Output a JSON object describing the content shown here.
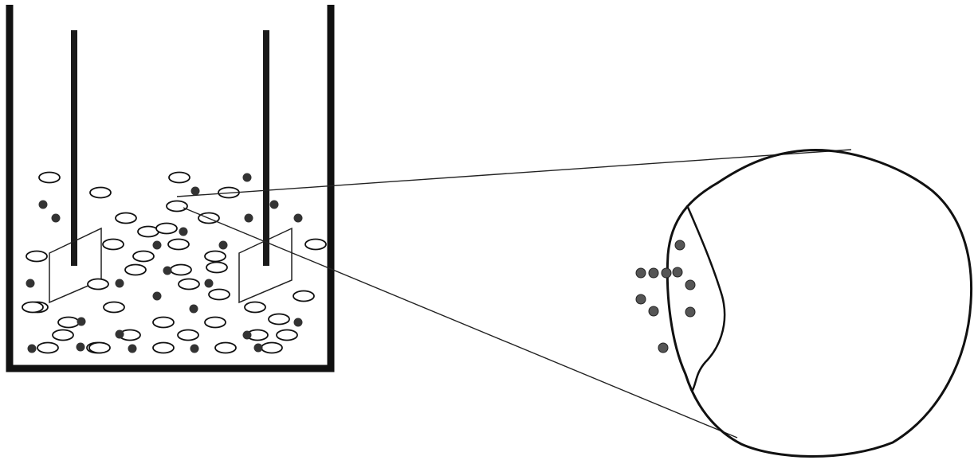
{
  "diagram": {
    "colors": {
      "line": "#111111",
      "electrode": "#1a1a1a",
      "particle_dark": "#333333",
      "particle_light": "#ffffff",
      "background": "#ffffff"
    },
    "container": {
      "label": ""
    },
    "electrodes": {
      "count": 2
    },
    "particles": {
      "particle_count": 66,
      "dark_dot_count": 25,
      "open_ellipse_count": 41
    },
    "magnified_view": {
      "label": "",
      "dots_inside": 4,
      "dots_outside": 6
    }
  }
}
